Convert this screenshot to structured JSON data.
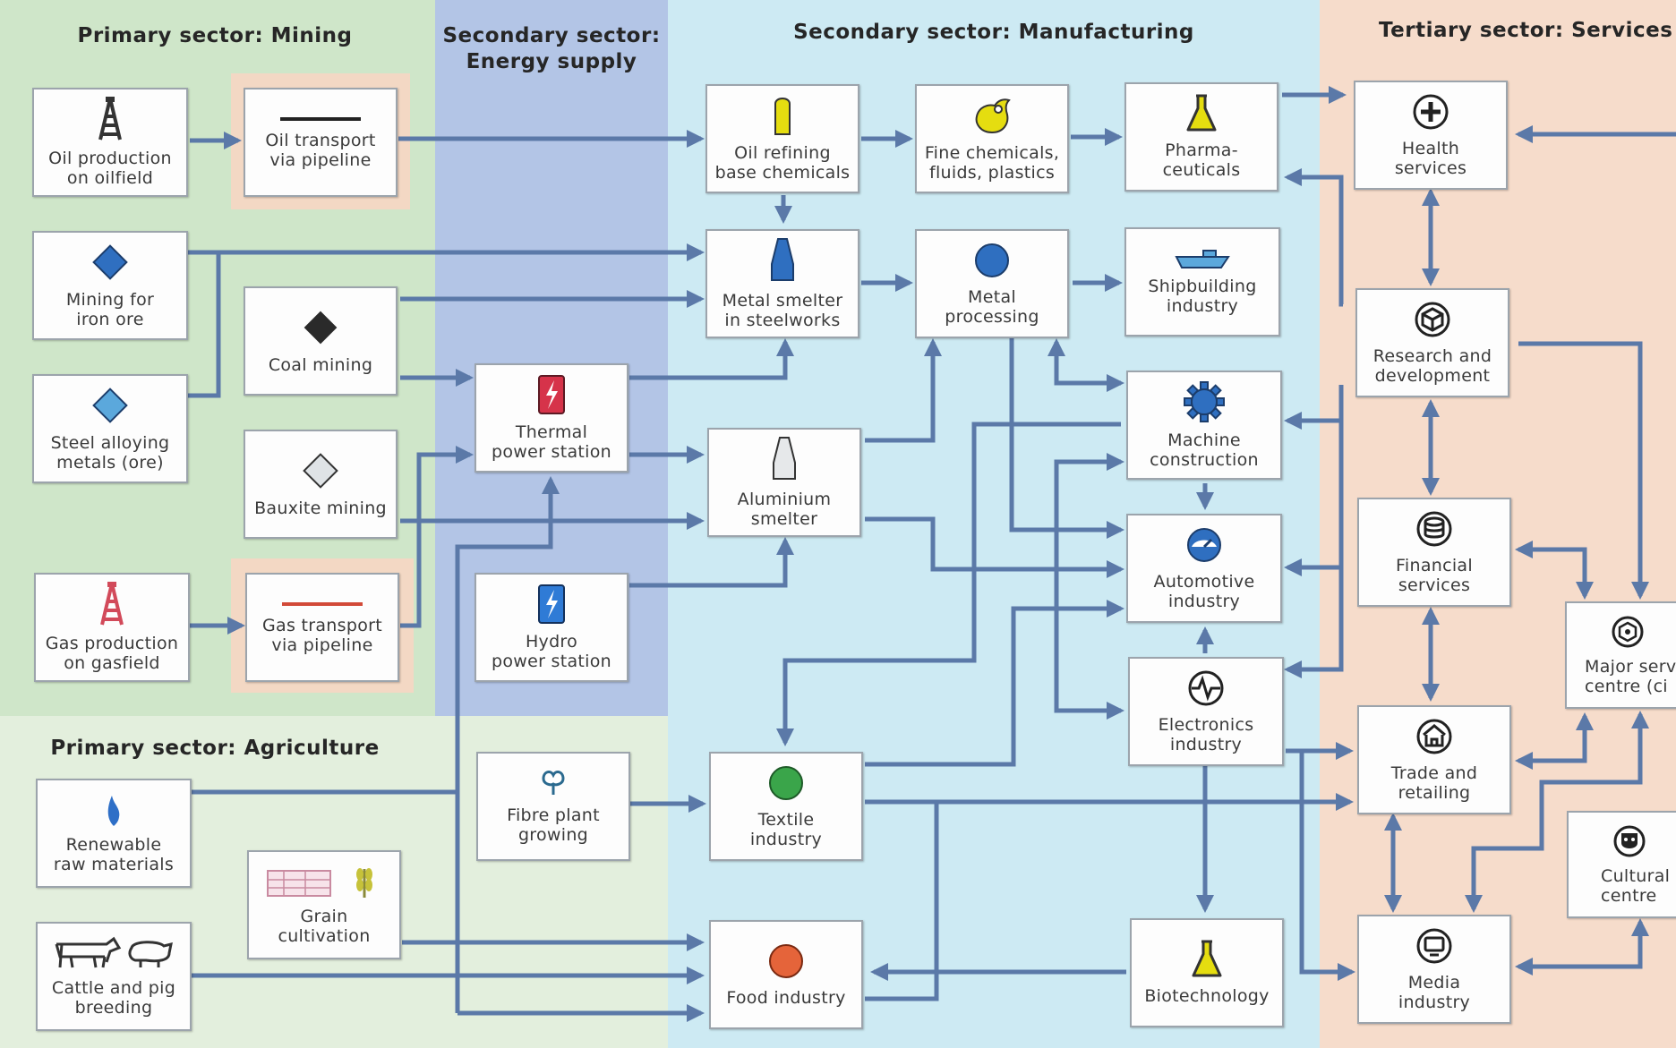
{
  "zones": {
    "mining": "Primary sector: Mining",
    "energy": "Secondary sector:\nEnergy supply",
    "manufacturing": "Secondary sector: Manufacturing",
    "services": "Tertiary sector: Services",
    "agriculture": "Primary sector: Agriculture"
  },
  "nodes": {
    "oil_production": "Oil production\non oilfield",
    "oil_transport": "Oil transport\nvia pipeline",
    "iron_ore": "Mining for\niron ore",
    "coal_mining": "Coal mining",
    "steel_alloying": "Steel alloying\nmetals (ore)",
    "bauxite_mining": "Bauxite mining",
    "gas_production": "Gas production\non gasfield",
    "gas_transport": "Gas transport\nvia pipeline",
    "thermal_power": "Thermal\npower station",
    "hydro_power": "Hydro\npower station",
    "fibre_plant": "Fibre plant\ngrowing",
    "renewable": "Renewable\nraw materials",
    "grain": "Grain\ncultivation",
    "cattle": "Cattle and pig\nbreeding",
    "oil_refining": "Oil refining\nbase chemicals",
    "fine_chemicals": "Fine chemicals,\nfluids, plastics",
    "pharma": "Pharma-\nceuticals",
    "metal_smelter": "Metal smelter\nin steelworks",
    "metal_processing": "Metal\nprocessing",
    "shipbuilding": "Shipbuilding\nindustry",
    "aluminium": "Aluminium\nsmelter",
    "machine": "Machine\nconstruction",
    "automotive": "Automotive\nindustry",
    "electronics": "Electronics\nindustry",
    "textile": "Textile\nindustry",
    "food": "Food industry",
    "biotech": "Biotechnology",
    "health": "Health\nservices",
    "research": "Research and\ndevelopment",
    "financial": "Financial\nservices",
    "trade": "Trade and\nretailing",
    "media": "Media\nindustry",
    "major_centre": "Major servi\ncentre (ci",
    "cultural_centre": "Cultural\ncentre"
  },
  "colors": {
    "mining_bg": "#cfe6c9",
    "energy_bg": "#b3c5e6",
    "manufacturing_bg": "#cdeaf3",
    "services_bg": "#f6dccb",
    "agriculture_bg": "#e3efdd",
    "arrow": "#5b79a8",
    "box_border": "#9ca4ac",
    "diamond_blue": "#2f6fc0",
    "circle_yellow": "#e5dd10",
    "circle_green": "#3aa54a",
    "circle_orange": "#e5643a",
    "power_red": "#d6334a",
    "gas_red": "#d24a38"
  },
  "icons": {
    "oil_production": "oil-derrick-icon",
    "oil_transport": "pipeline-black-icon",
    "iron_ore": "blue-diamond-icon",
    "coal_mining": "black-diamond-icon",
    "steel_alloying": "light-blue-diamond-icon",
    "bauxite_mining": "grey-diamond-icon",
    "gas_production": "gas-derrick-icon",
    "gas_transport": "pipeline-red-icon",
    "thermal_power": "thermal-power-icon",
    "hydro_power": "hydro-power-icon",
    "fibre_plant": "cotton-plant-icon",
    "renewable": "flame-leaf-icon",
    "grain": "wheat-field-icon",
    "cattle": "cow-pig-icon",
    "oil_refining": "refinery-column-icon",
    "fine_chemicals": "chemical-droplet-icon",
    "pharma": "flask-icon",
    "metal_smelter": "blast-furnace-icon",
    "metal_processing": "blue-circle-icon",
    "shipbuilding": "ship-icon",
    "aluminium": "aluminium-furnace-icon",
    "machine": "gear-icon",
    "automotive": "speedometer-icon",
    "electronics": "pulse-icon",
    "textile": "green-circle-icon",
    "food": "orange-circle-icon",
    "biotech": "flask-icon",
    "health": "medical-cross-icon",
    "research": "research-cube-icon",
    "financial": "coins-icon",
    "trade": "shop-icon",
    "media": "monitor-icon",
    "major_centre": "centre-icon",
    "cultural_centre": "theatre-mask-icon"
  }
}
